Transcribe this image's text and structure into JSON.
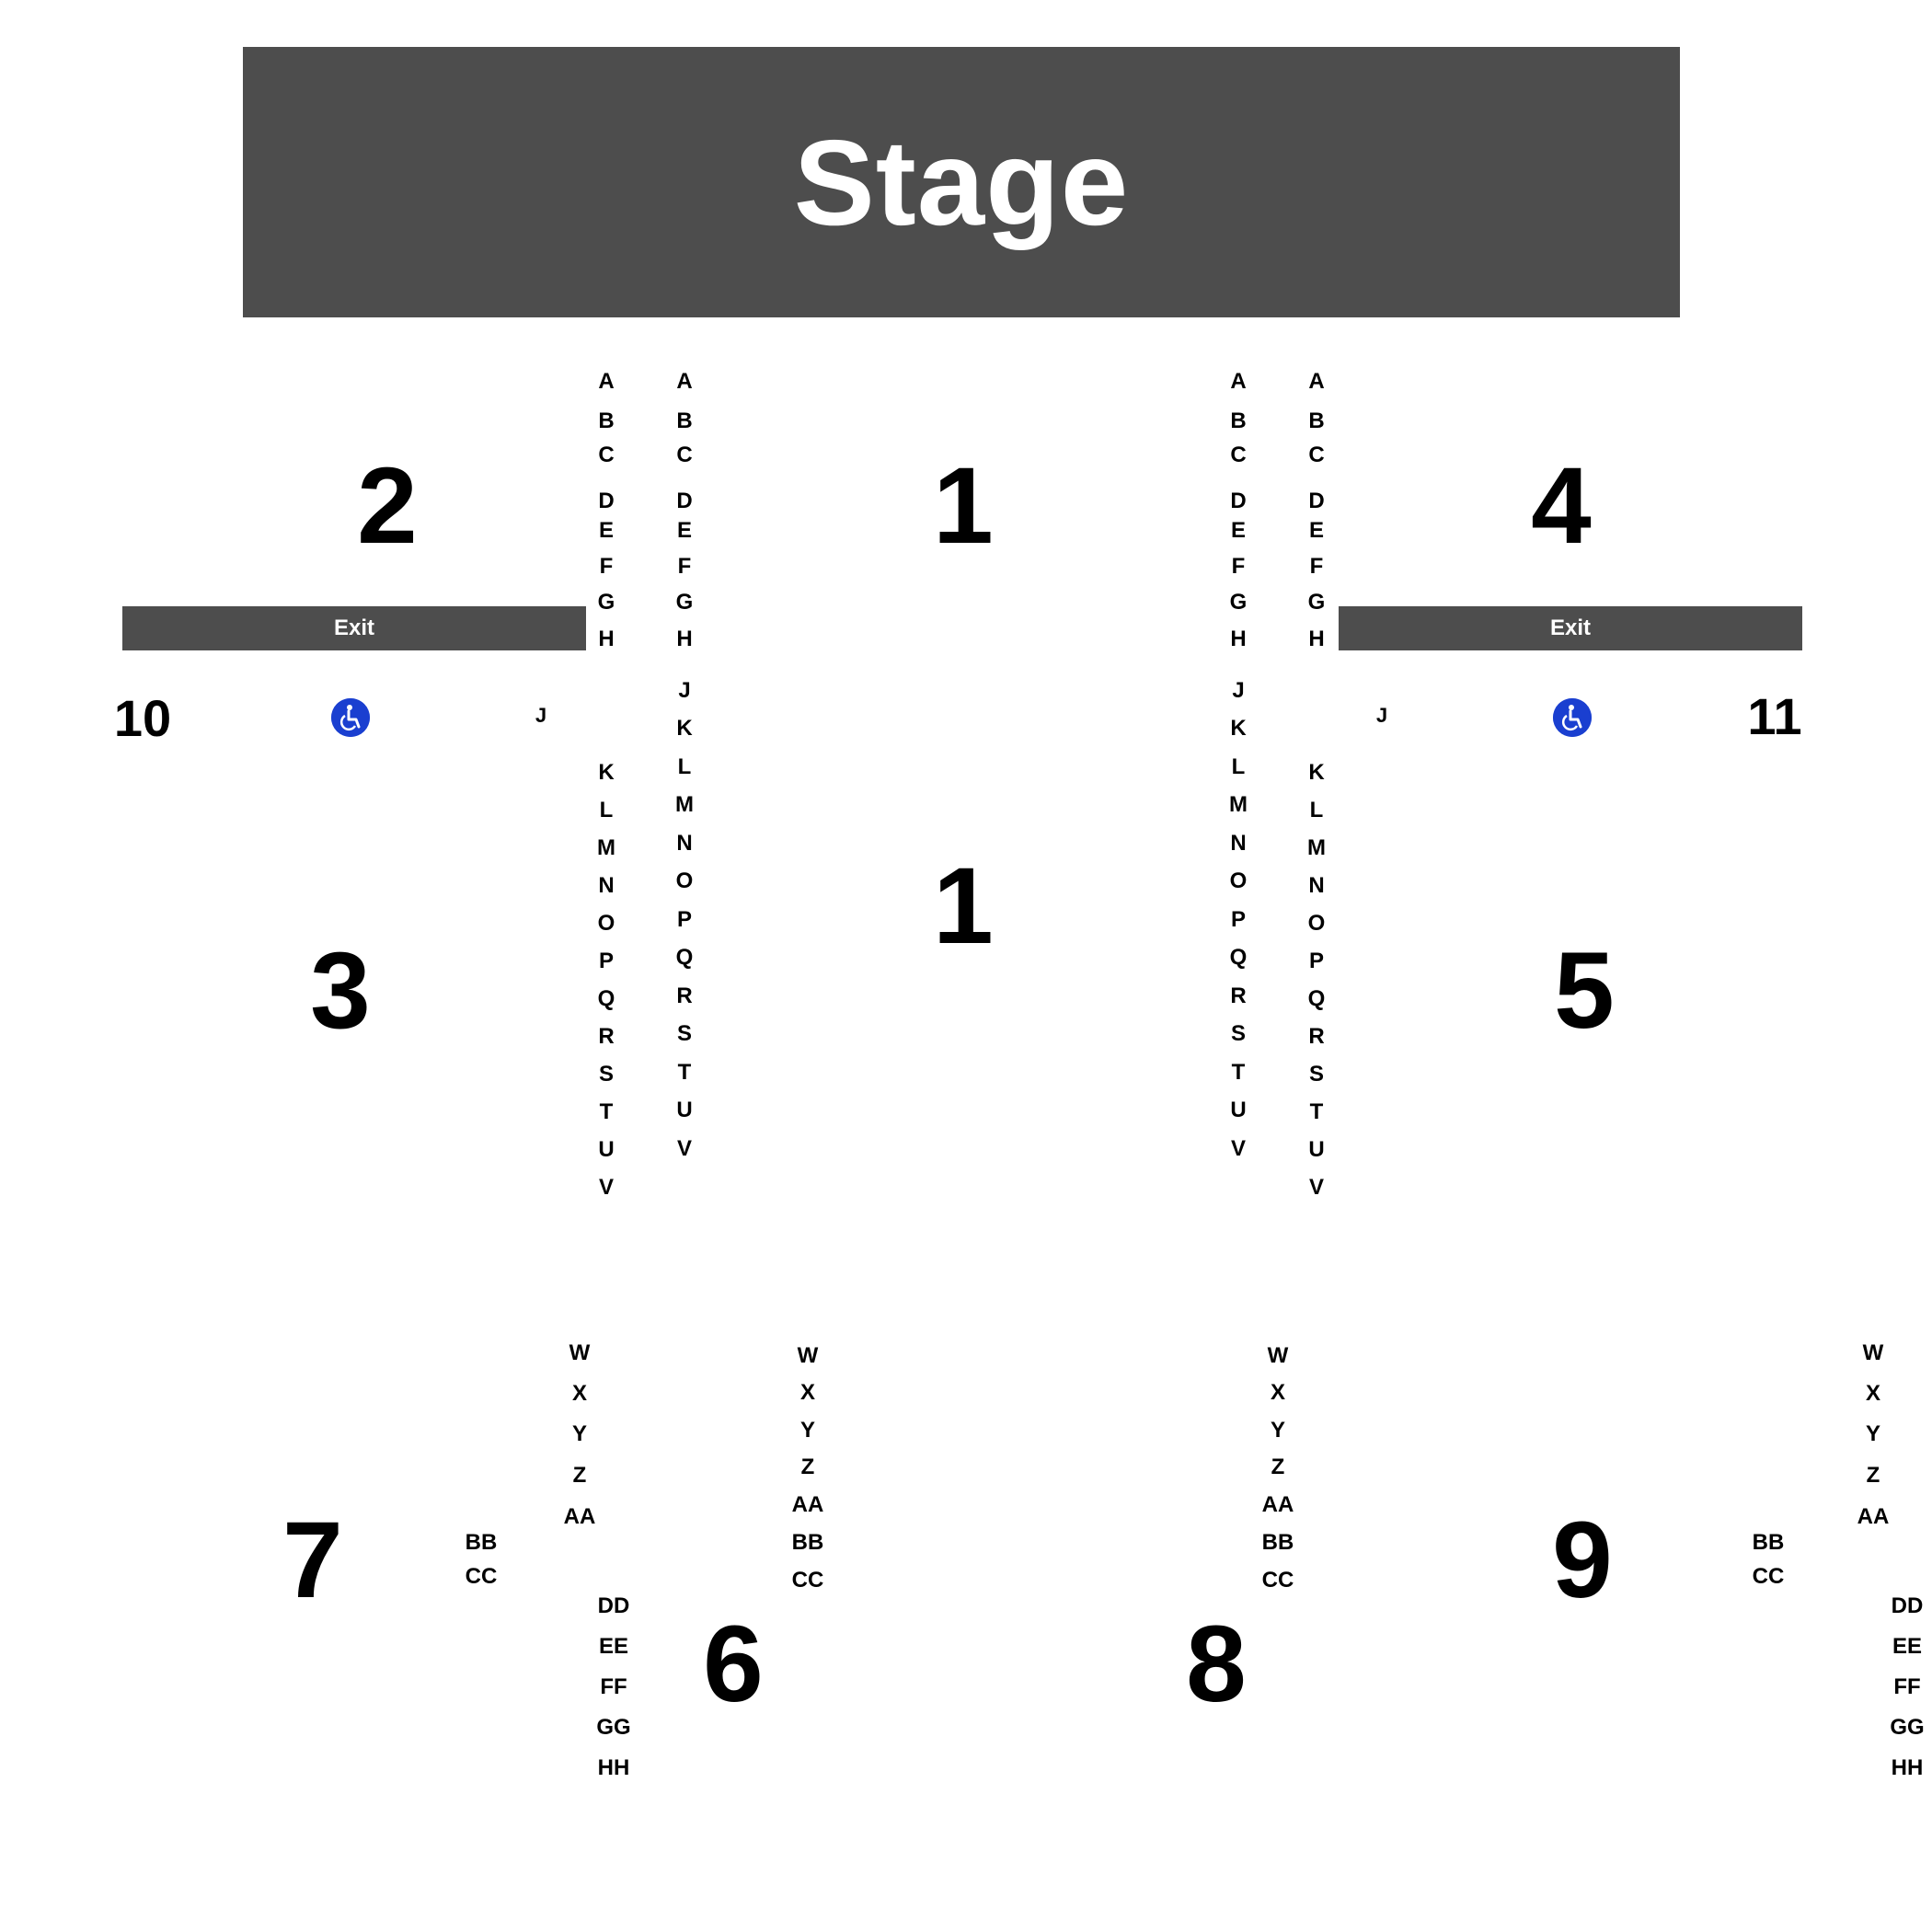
{
  "stage": {
    "label": "Stage"
  },
  "exits": {
    "left_label": "Exit",
    "right_label": "Exit"
  },
  "sections": {
    "s1_upper": "1",
    "s1_lower": "1",
    "s2": "2",
    "s3": "3",
    "s4": "4",
    "s5": "5",
    "s6": "6",
    "s7": "7",
    "s8": "8",
    "s9": "9",
    "s10": "10",
    "s11": "11"
  },
  "rows": {
    "col_a": [
      "A",
      "B",
      "C",
      "D",
      "E",
      "F",
      "G",
      "H",
      "K",
      "L",
      "M",
      "N",
      "O",
      "P",
      "Q",
      "R",
      "S",
      "T",
      "U",
      "V"
    ],
    "col_b": [
      "A",
      "B",
      "C",
      "D",
      "E",
      "F",
      "G",
      "H",
      "J",
      "K",
      "L",
      "M",
      "N",
      "O",
      "P",
      "Q",
      "R",
      "S",
      "T",
      "U",
      "V"
    ],
    "col_c": [
      "A",
      "B",
      "C",
      "D",
      "E",
      "F",
      "G",
      "H",
      "J",
      "K",
      "L",
      "M",
      "N",
      "O",
      "P",
      "Q",
      "R",
      "S",
      "T",
      "U",
      "V"
    ],
    "col_d": [
      "A",
      "B",
      "C",
      "D",
      "E",
      "F",
      "G",
      "H",
      "K",
      "L",
      "M",
      "N",
      "O",
      "P",
      "Q",
      "R",
      "S",
      "T",
      "U",
      "V"
    ],
    "j_left": "J",
    "j_right": "J",
    "rear_left_upper": [
      "W",
      "X",
      "Y",
      "Z",
      "AA"
    ],
    "rear_left_mid": [
      "BB",
      "CC"
    ],
    "rear_left_lower": [
      "DD",
      "EE",
      "FF",
      "GG",
      "HH"
    ],
    "rear_center_left": [
      "W",
      "X",
      "Y",
      "Z",
      "AA",
      "BB",
      "CC"
    ],
    "rear_center_right": [
      "W",
      "X",
      "Y",
      "Z",
      "AA",
      "BB",
      "CC"
    ],
    "rear_right_upper": [
      "W",
      "X",
      "Y",
      "Z",
      "AA"
    ],
    "rear_right_mid": [
      "BB",
      "CC"
    ],
    "rear_right_lower": [
      "DD",
      "EE",
      "FF",
      "GG",
      "HH"
    ]
  },
  "icons": {
    "accessible": "wheelchair-icon"
  },
  "colors": {
    "stage": "#4d4d4d",
    "exit": "#4d4d4d",
    "accessible": "#1a3fd0",
    "text": "#000000"
  }
}
